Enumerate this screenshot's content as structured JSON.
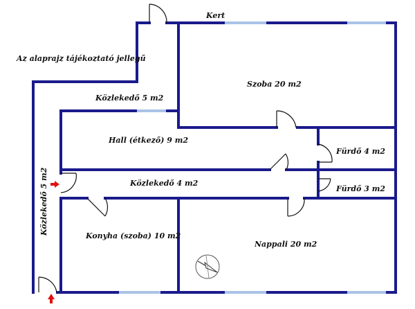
{
  "labels": {
    "kert": "Kert",
    "note": "Az alaprajz tájékoztató jellegű",
    "szoba": "Szoba 20 m2",
    "kozlekedo_top": "Közlekedő 5 m2",
    "hall": "Hall (étkező) 9 m2",
    "furdo4": "Fürdő 4 m2",
    "kozlekedo_mid": "Közlekedő 4 m2",
    "furdo3": "Fürdő 3 m2",
    "kozlekedo_side": "Közlekedő 5 m2",
    "konyha": "Konyha (szoba) 10 m2",
    "nappali": "Nappali 20 m2"
  },
  "colors": {
    "wall": "#1a1a8c",
    "window": "#a9c3e6",
    "entry_arrow": "#e01010"
  },
  "icons": [
    "compass-icon",
    "entry-arrow-icon",
    "door-swing-icon"
  ]
}
